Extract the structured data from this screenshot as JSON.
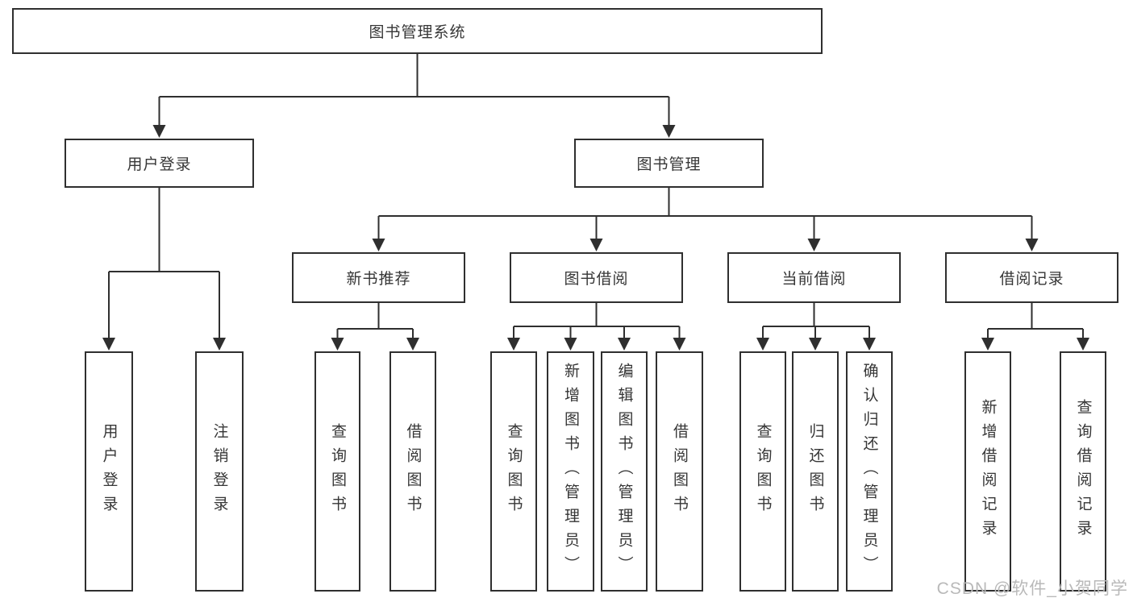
{
  "tree": {
    "label": "图书管理系统",
    "children": [
      {
        "label": "用户登录",
        "children": [
          {
            "label": "用户登录"
          },
          {
            "label": "注销登录"
          }
        ]
      },
      {
        "label": "图书管理",
        "children": [
          {
            "label": "新书推荐",
            "children": [
              {
                "label": "查询图书"
              },
              {
                "label": "借阅图书"
              }
            ]
          },
          {
            "label": "图书借阅",
            "children": [
              {
                "label": "查询图书"
              },
              {
                "label": "新增图书（管理员）"
              },
              {
                "label": "编辑图书（管理员）"
              },
              {
                "label": "借阅图书"
              }
            ]
          },
          {
            "label": "当前借阅",
            "children": [
              {
                "label": "查询图书"
              },
              {
                "label": "归还图书"
              },
              {
                "label": "确认归还（管理员）"
              }
            ]
          },
          {
            "label": "借阅记录",
            "children": [
              {
                "label": "新增借阅记录"
              },
              {
                "label": "查询借阅记录"
              }
            ]
          }
        ]
      }
    ]
  },
  "watermark": {
    "text": "CSDN @软件_小贺同学"
  },
  "colors": {
    "line": "#2f2f2f",
    "text": "#363636",
    "watermark": "#b9b9b9",
    "background": "#ffffff"
  }
}
